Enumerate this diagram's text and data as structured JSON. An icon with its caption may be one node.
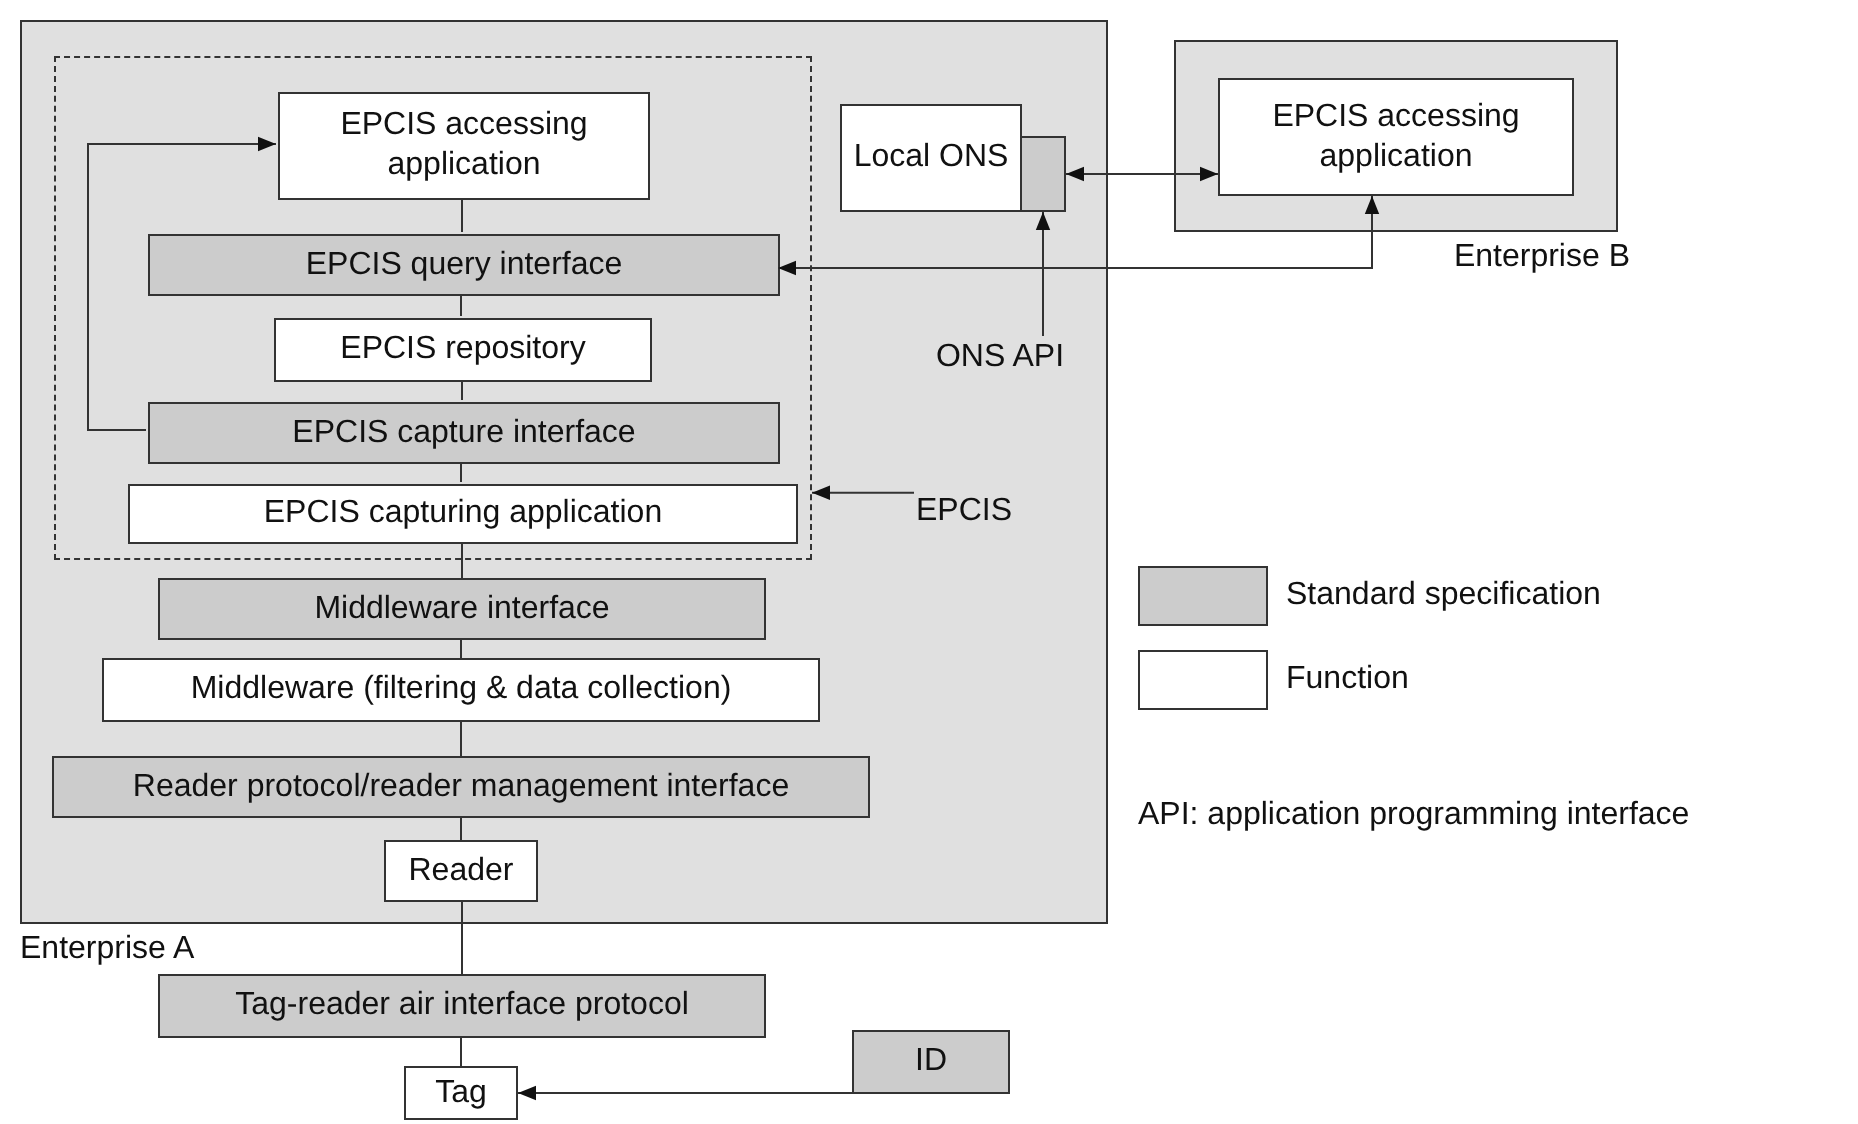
{
  "diagram": {
    "nodes": [
      {
        "text": [
          "Enterprise A"
        ]
      },
      {
        "text": [],
        "shape": "box",
        "in": 0
      },
      {
        "text": [
          "EPCIS accessing application"
        ],
        "in": 1
      },
      {
        "text": [
          "EPCIS query interface"
        ],
        "in": 1
      },
      {
        "text": [
          "EPCIS repository"
        ],
        "in": 1
      },
      {
        "text": [
          "EPCIS capture interface"
        ],
        "in": 1
      },
      {
        "text": [
          "EPCIS capturing application"
        ],
        "in": 1
      },
      {
        "text": [
          "Local ONS"
        ],
        "in": 0
      },
      {
        "text": [],
        "shape": "box",
        "in": 0
      },
      {
        "text": [
          "Middleware interface"
        ],
        "in": 0
      },
      {
        "text": [
          "Middleware (filtering & data collection)"
        ],
        "in": 0
      },
      {
        "text": [
          "Reader protocol/reader management interface"
        ],
        "in": 0
      },
      {
        "text": [
          "Reader"
        ],
        "in": 0
      },
      {
        "text": [
          "EPCIS"
        ],
        "in": 0
      },
      {
        "text": [
          "ONS API"
        ],
        "in": 0
      },
      {
        "text": [
          "Enterprise B"
        ]
      },
      {
        "text": [
          "EPCIS accessing application"
        ],
        "in": 15
      },
      {
        "text": [
          "Tag-reader air interface protocol"
        ]
      },
      {
        "text": [
          "Tag"
        ]
      },
      {
        "text": [
          "ID"
        ]
      }
    ],
    "edges": [
      {
        "from": 2,
        "to": 3,
        "arrow": "none"
      },
      {
        "from": 3,
        "to": 4,
        "arrow": "none"
      },
      {
        "from": 4,
        "to": 5,
        "arrow": "none"
      },
      {
        "from": 5,
        "to": 6,
        "arrow": "none"
      },
      {
        "from": 6,
        "to": 9,
        "arrow": "none"
      },
      {
        "from": 9,
        "to": 10,
        "arrow": "none"
      },
      {
        "from": 10,
        "to": 11,
        "arrow": "none"
      },
      {
        "from": 11,
        "to": 12,
        "arrow": "none"
      },
      {
        "from": 12,
        "to": 17,
        "arrow": "none"
      },
      {
        "from": 17,
        "to": 18,
        "arrow": "none"
      },
      {
        "from": 5,
        "to": 2,
        "arrow": "to"
      },
      {
        "from": 8,
        "to": 16,
        "arrow": "both"
      },
      {
        "from": 16,
        "to": 3,
        "arrow": "both"
      },
      {
        "from": 14,
        "to": 8,
        "arrow": "to"
      },
      {
        "from": 13,
        "to": 1,
        "arrow": "to"
      },
      {
        "from": 19,
        "to": 18,
        "arrow": "to"
      }
    ],
    "labels": [
      "API: application programming interface"
    ],
    "legend": [
      {
        "text": "Standard specification",
        "color": "#cccccc"
      },
      {
        "text": "Function",
        "color": "#ffffff"
      }
    ]
  }
}
